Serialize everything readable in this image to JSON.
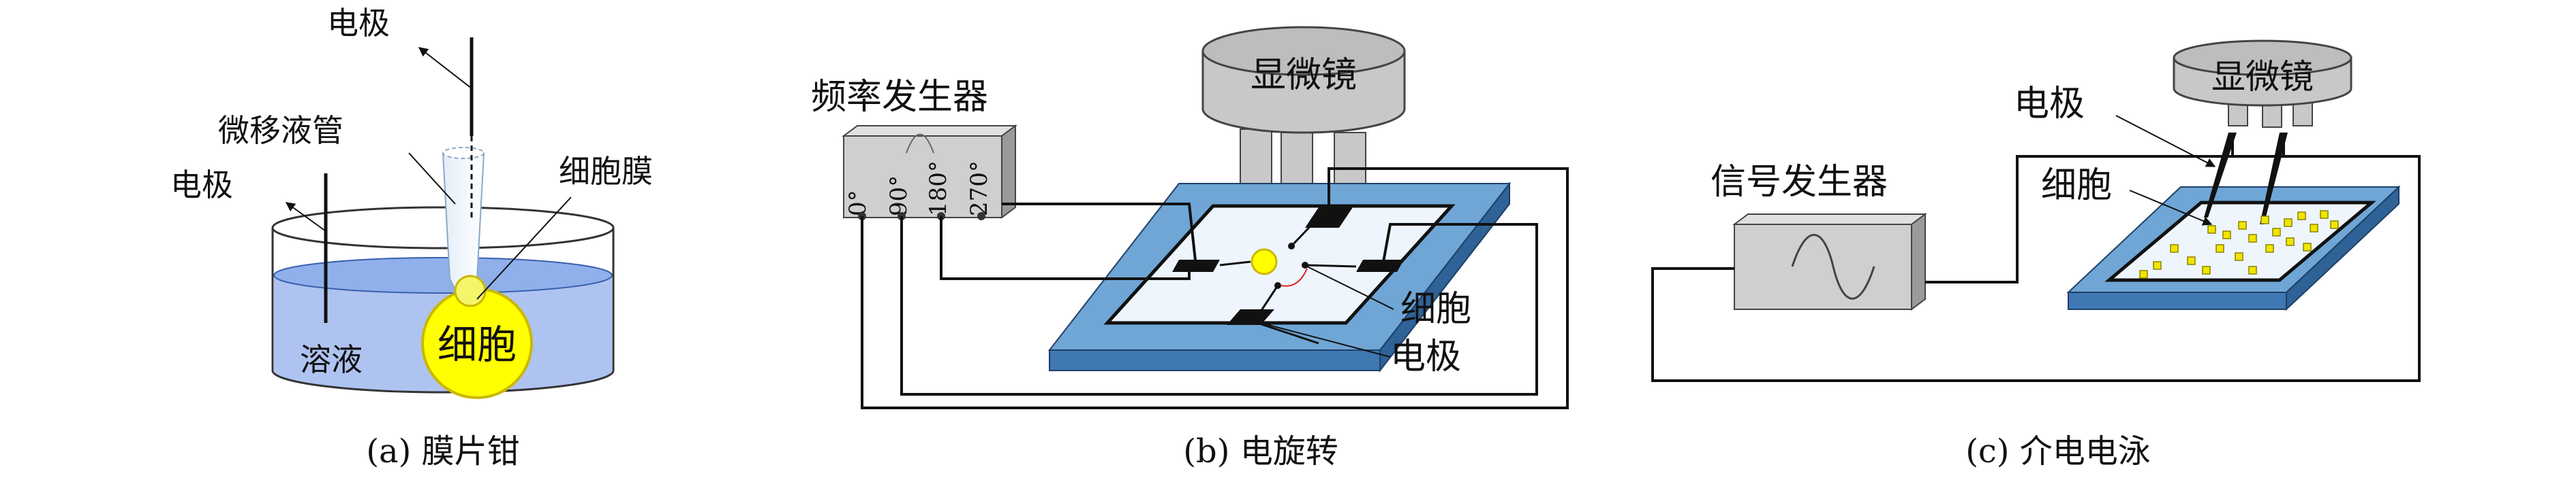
{
  "panel_a": {
    "caption": "(a) 膜片钳",
    "electrode_top": "电极",
    "pipette": "微移液管",
    "electrode_left": "电极",
    "membrane": "细胞膜",
    "solution": "溶液",
    "cell": "细胞"
  },
  "panel_b": {
    "caption": "(b) 电旋转",
    "generator": "频率发生器",
    "microscope": "显微镜",
    "phases": [
      "0°",
      "90°",
      "180°",
      "270°"
    ],
    "cell": "细胞",
    "electrode": "电极"
  },
  "panel_c": {
    "caption": "(c) 介电电泳",
    "generator": "信号发生器",
    "microscope": "显微镜",
    "electrode": "电极",
    "cell": "细胞"
  },
  "colors": {
    "solution": "#aec3f0",
    "cell": "#ffff00",
    "board_top": "#6fa6d6",
    "board_side": "#3f78b3",
    "chamber": "#eef5fc",
    "device": "#cfcfcf",
    "microscope": "#c8c8c8"
  }
}
